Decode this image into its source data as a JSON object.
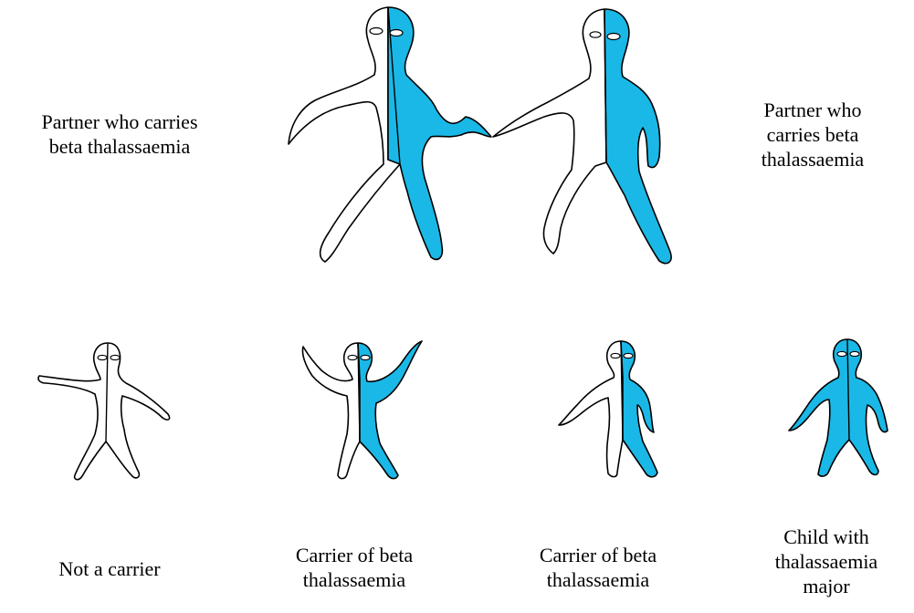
{
  "colors": {
    "carrier_fill": "#1ab8e6",
    "outline": "#000000",
    "background": "#ffffff"
  },
  "parents": {
    "left_label": [
      "Partner who carries",
      "beta thalassaemia"
    ],
    "right_label": [
      "Partner who",
      "carries beta",
      "thalassaemia"
    ]
  },
  "children": [
    {
      "lines": [
        "Not a carrier"
      ],
      "fill": "none"
    },
    {
      "lines": [
        "Carrier of beta",
        "thalassaemia"
      ],
      "fill": "half"
    },
    {
      "lines": [
        "Carrier of beta",
        "thalassaemia"
      ],
      "fill": "half"
    },
    {
      "lines": [
        "Child with",
        "thalassaemia",
        "major"
      ],
      "fill": "full"
    }
  ]
}
